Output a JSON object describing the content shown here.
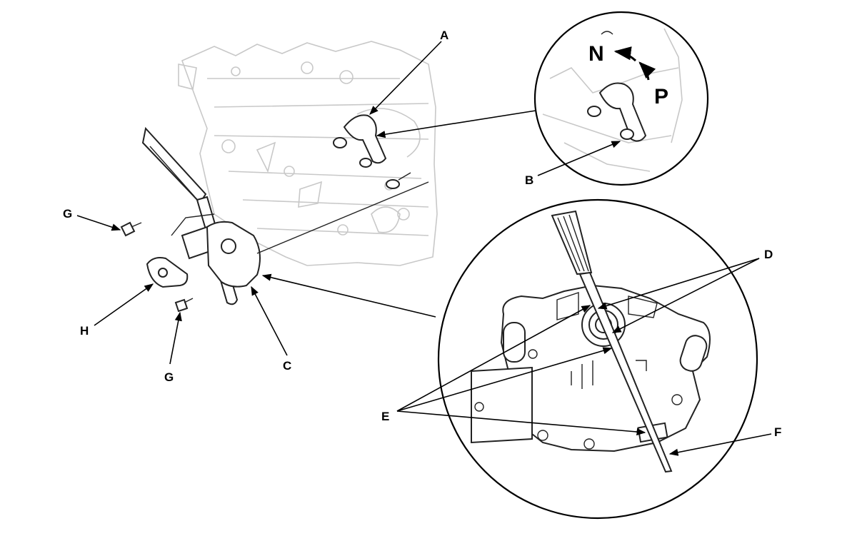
{
  "labels": {
    "a": "A",
    "b": "B",
    "c": "C",
    "d": "D",
    "e": "E",
    "f": "F",
    "g1": "G",
    "g2": "G",
    "h": "H",
    "n": "N",
    "p": "P"
  }
}
